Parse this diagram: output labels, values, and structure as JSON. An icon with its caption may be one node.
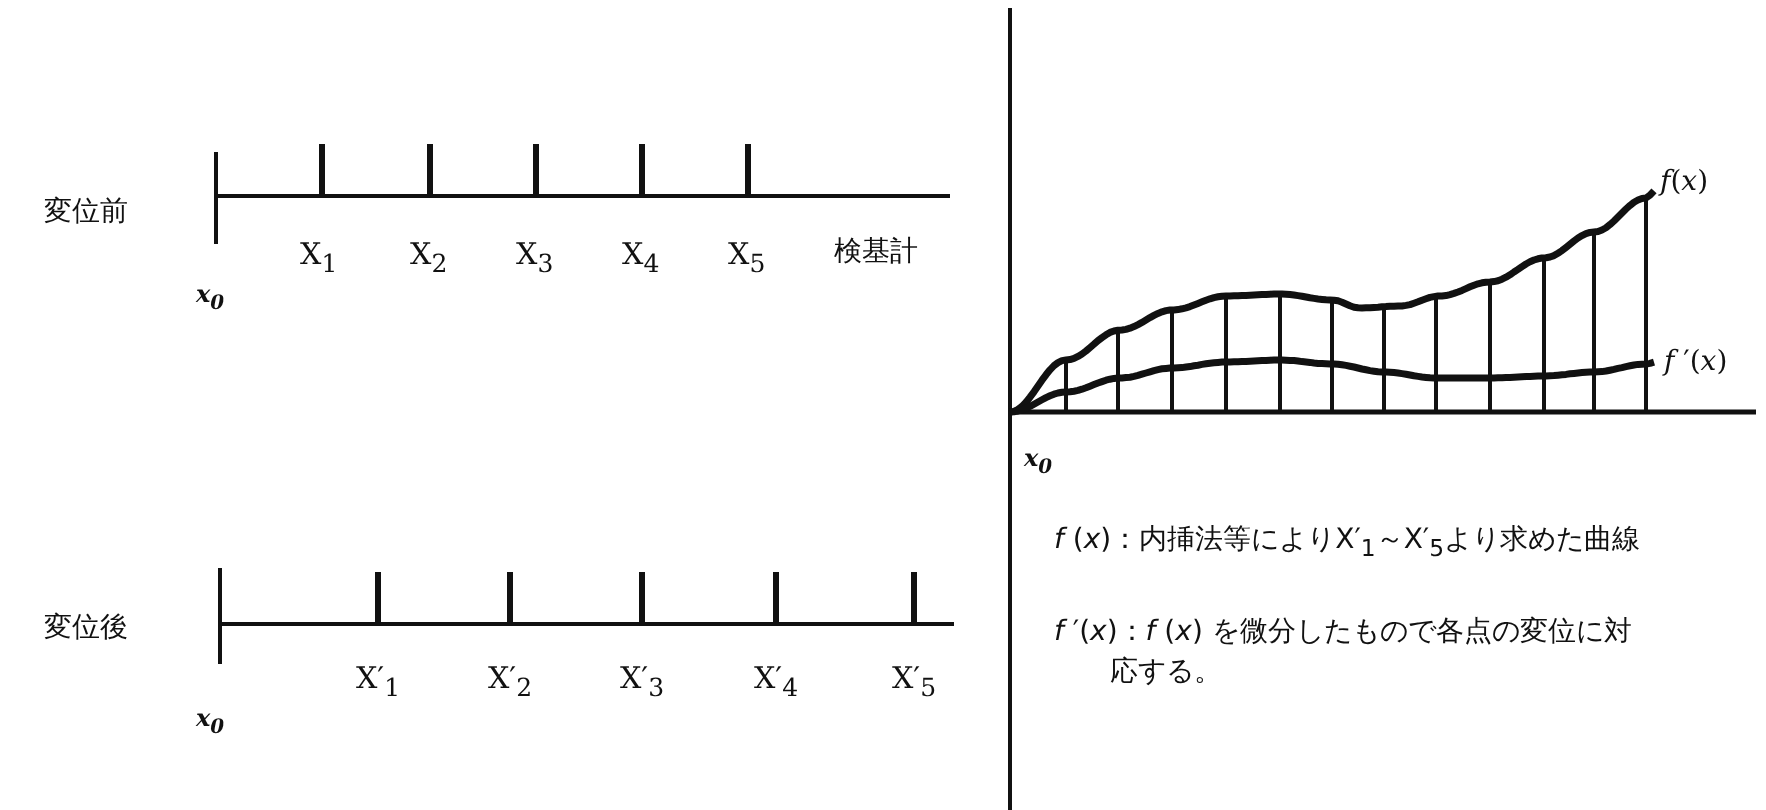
{
  "diagram": {
    "labels": [
      "変位前",
      "X$_{1}$",
      "X$_{2}$",
      "X$_{3}$",
      "X$_{4}$",
      "X$_{5}$",
      "検基計",
      "x$_{0}$",
      "*f*(*x*)",
      "*f* ′(*x*)",
      "x$_{0}$",
      "*f* (*x*)：内挿法等によりX′$_{1}$～X′$_{5}$より求めた曲線",
      "*f* ′(*x*)：*f* (*x*) を微分したもので各点の変位に対応する。",
      "変位後",
      "X′$_{1}$",
      "X′$_{2}$",
      "X′$_{3}$",
      "X′$_{4}$",
      "X′$_{5}$",
      "x$_{0}$"
    ]
  }
}
